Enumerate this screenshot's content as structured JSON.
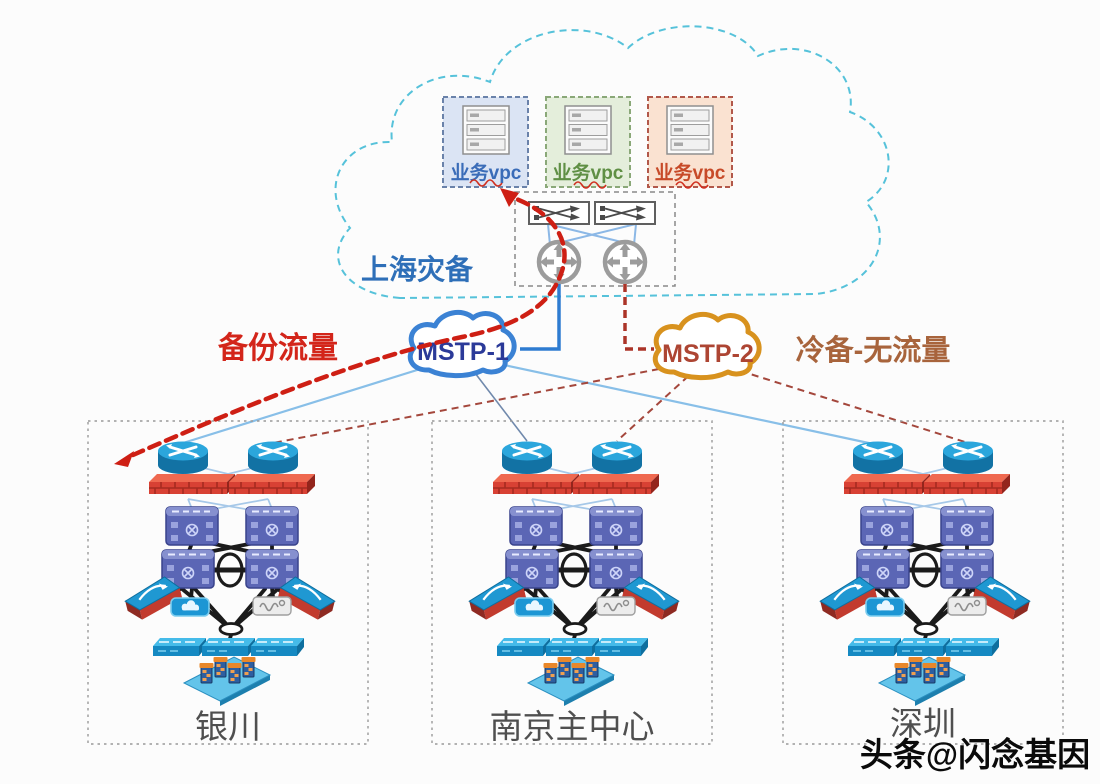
{
  "cloud": {
    "label": "上海灾备",
    "vpc_boxes": [
      {
        "label": "业务vpc",
        "text_color": "#3a6cb8",
        "bg": "#dbe4f4",
        "border": "#6a82aa"
      },
      {
        "label": "业务vpc",
        "text_color": "#5f8f44",
        "bg": "#e4eedb",
        "border": "#8aa878"
      },
      {
        "label": "业务vpc",
        "text_color": "#c74a28",
        "bg": "#fae2d1",
        "border": "#b2584a"
      }
    ],
    "icons": {
      "core_switch": "crossed-arrows-switch-icon",
      "core_router": "four-way-router-icon",
      "vpc_server": "server-stack-icon"
    }
  },
  "wan": {
    "mstp1": {
      "label": "MSTP-1",
      "cloud_color": "#3b82d4",
      "text_color": "#2b3a99",
      "link_style": "solid-blue"
    },
    "mstp2": {
      "label": "MSTP-2",
      "cloud_color": "#d8921e",
      "text_color": "#ad4533",
      "link_style": "dashed-brown"
    }
  },
  "annotations": {
    "backup_traffic": {
      "label": "备份流量",
      "color": "#d3251a"
    },
    "cold_backup": {
      "label": "冷备-无流量",
      "color": "#a8643c"
    }
  },
  "sites": [
    {
      "name": "银川"
    },
    {
      "name": "南京主中心"
    },
    {
      "name": "深圳"
    }
  ],
  "site_icons": {
    "router": "cylinder-router-icon",
    "firewall": "red-brick-firewall-icon",
    "l3_switch": "purple-switch-icon",
    "edge_device": "wedge-appliance-icon",
    "cloud_module": "blue-pill-cloud-icon",
    "gateway_module": "gray-pill-icon",
    "access_switch": "flat-slab-switch-icon",
    "server_farm": "server-rack-platform"
  },
  "watermark": {
    "text": "头条@闪念基因",
    "color": "#000000"
  }
}
